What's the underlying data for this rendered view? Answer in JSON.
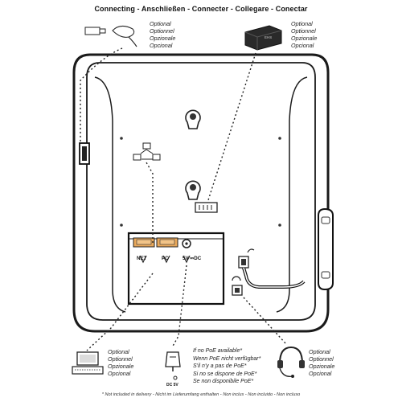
{
  "title": "Connecting - Anschließen - Connecter - Collegare - Conectar",
  "optional_labels": [
    "Optional",
    "Optionnel",
    "Opzionale",
    "Opcional"
  ],
  "poe_notes": [
    "If no PoE available*",
    "Wenn PoE nicht verfügbar*",
    "S'il n'y a pas de PoE*",
    "Si no se dispone de PoE*",
    "Se non disponibile PoE*"
  ],
  "ports": {
    "net": "NET",
    "pc": "PC",
    "dc": "5V ⎓DC",
    "adapter": "DC 5V"
  },
  "ehs_label": "EHS",
  "footnote": "* Not included in delivery - Nicht im Lieferumfang enthalten - Non inclus - Non incluido - Non incluso"
}
